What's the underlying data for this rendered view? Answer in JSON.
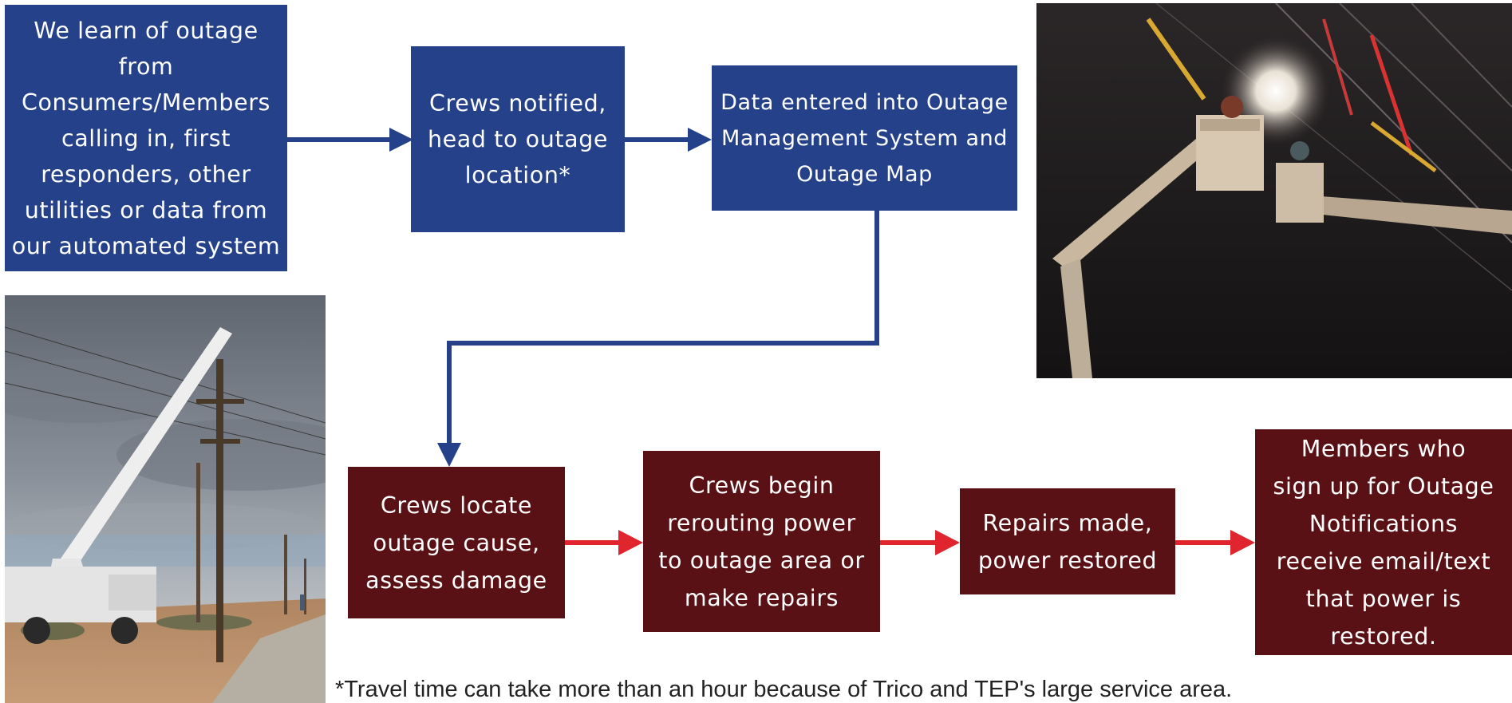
{
  "steps": {
    "learn": "We learn of outage\nfrom\nConsumers/Members\ncalling in, first\nresponders, other\nutilities or data from\nour automated system",
    "notify": "Crews notified,\nhead to outage\nlocation*",
    "data_entry": "Data entered into Outage\nManagement System and\nOutage Map",
    "locate": "Crews locate\noutage cause,\nassess damage",
    "reroute": "Crews begin\nrerouting power\nto outage area or\nmake repairs",
    "repairs": "Repairs made,\npower restored",
    "notifications": "Members who\nsign up for Outage\nNotifications\nreceive email/text\nthat power is\nrestored."
  },
  "footnote": "*Travel time can take more than an hour because of Trico and TEP's large service area.",
  "colors": {
    "blue": "#25418a",
    "maroon": "#5a1115",
    "red_arrow": "#e0252e"
  },
  "photos": {
    "night": "bucket-truck-night-photo",
    "day": "crane-truck-day-photo"
  }
}
